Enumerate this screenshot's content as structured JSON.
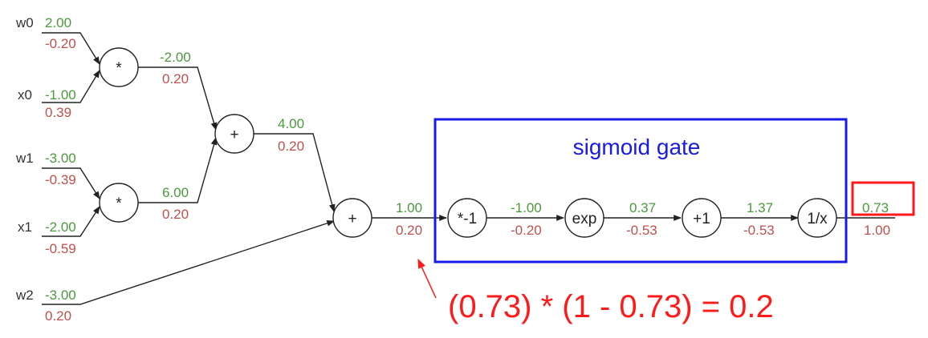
{
  "inputs": {
    "w0": {
      "name": "w0",
      "fwd": "2.00",
      "bwd": "-0.20"
    },
    "x0": {
      "name": "x0",
      "fwd": "-1.00",
      "bwd": "0.39"
    },
    "w1": {
      "name": "w1",
      "fwd": "-3.00",
      "bwd": "-0.39"
    },
    "x1": {
      "name": "x1",
      "fwd": "-2.00",
      "bwd": "-0.59"
    },
    "w2": {
      "name": "w2",
      "fwd": "-3.00",
      "bwd": "0.20"
    }
  },
  "gates": {
    "mul1": "*",
    "mul2": "*",
    "add1": "+",
    "add2": "+",
    "neg": "*-1",
    "exp": "exp",
    "plus1": "+1",
    "recip": "1/x"
  },
  "edges": {
    "mul1_out": {
      "fwd": "-2.00",
      "bwd": "0.20"
    },
    "mul2_out": {
      "fwd": "6.00",
      "bwd": "0.20"
    },
    "add1_out": {
      "fwd": "4.00",
      "bwd": "0.20"
    },
    "add2_out": {
      "fwd": "1.00",
      "bwd": "0.20"
    },
    "neg_out": {
      "fwd": "-1.00",
      "bwd": "-0.20"
    },
    "exp_out": {
      "fwd": "0.37",
      "bwd": "-0.53"
    },
    "plus1_out": {
      "fwd": "1.37",
      "bwd": "-0.53"
    },
    "output": {
      "fwd": "0.73",
      "bwd": "1.00"
    }
  },
  "sigmoid_box": {
    "title": "sigmoid gate",
    "color": "#1a1ae6"
  },
  "annotation": {
    "formula": "(0.73) * (1 - 0.73) = 0.2",
    "color": "#ff1a1a"
  },
  "colors": {
    "forward": "#4a9a3c",
    "backward": "#c0504d",
    "line": "#222222"
  }
}
